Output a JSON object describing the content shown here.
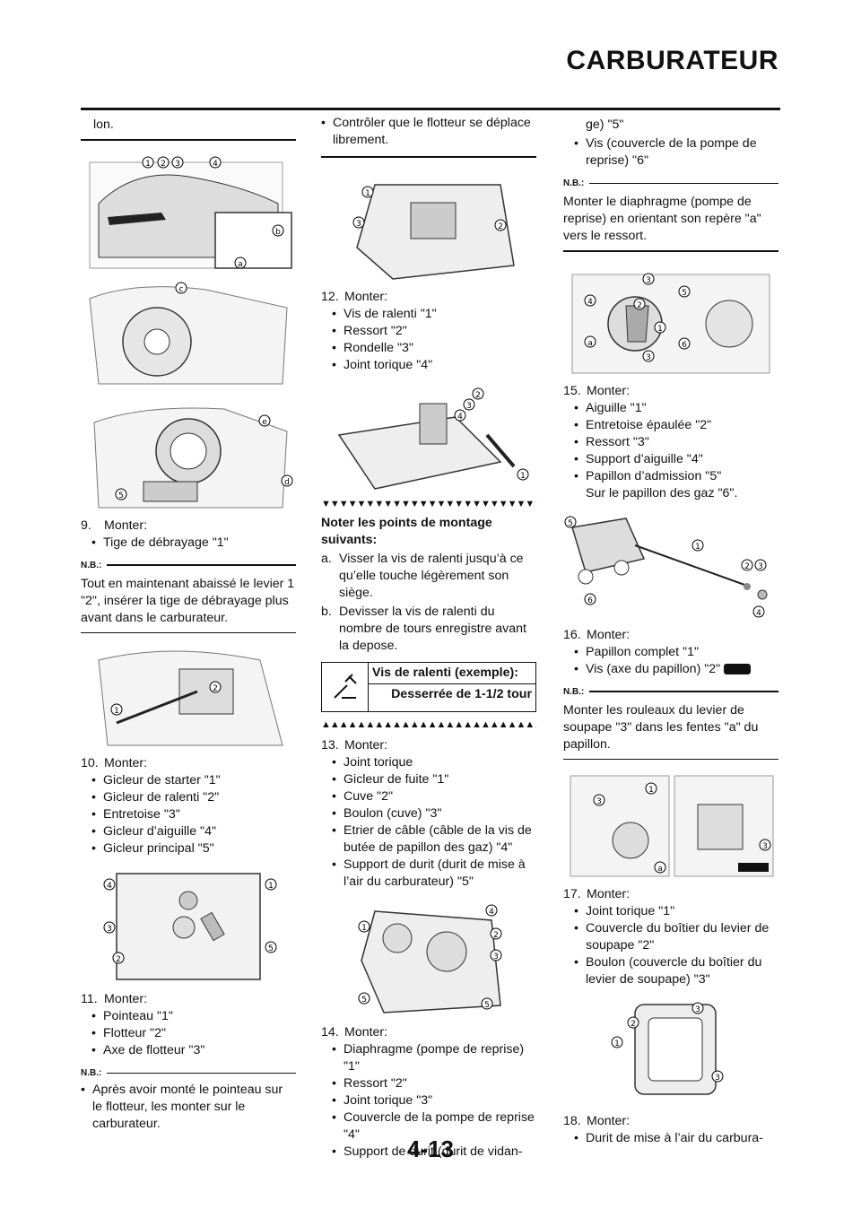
{
  "header": {
    "title": "CARBURATEUR"
  },
  "page_number": "4-13",
  "nb_label": "N.B.:",
  "col1": {
    "intro": "lon.",
    "step9": {
      "num": "9.",
      "head": "Monter:",
      "items": [
        "Tige de débrayage \"1\""
      ]
    },
    "note9": "Tout en maintenant abaissé le levier 1 \"2\", insérer la tige de débrayage plus avant dans le carburateur.",
    "step10": {
      "num": "10.",
      "head": "Monter:",
      "items": [
        "Gicleur de starter \"1\"",
        "Gicleur de ralenti \"2\"",
        "Entretoise \"3\"",
        "Gicleur d’aiguille \"4\"",
        "Gicleur principal \"5\""
      ]
    },
    "step11": {
      "num": "11.",
      "head": "Monter:",
      "items": [
        "Pointeau \"1\"",
        "Flotteur \"2\"",
        "Axe de flotteur \"3\""
      ]
    },
    "note11": "Après avoir monté le pointeau sur le flotteur, les monter sur le carburateur."
  },
  "col2": {
    "check": "Contrôler que le flotteur se déplace librement.",
    "step12": {
      "num": "12.",
      "head": "Monter:",
      "items": [
        "Vis de ralenti \"1\"",
        "Ressort \"2\"",
        "Rondelle \"3\"",
        "Joint torique \"4\""
      ]
    },
    "tri_down": "▼▼▼▼▼▼▼▼▼▼▼▼▼▼▼▼▼▼▼▼▼▼▼▼▼▼▼▼",
    "tri_up": "▲▲▲▲▲▲▲▲▲▲▲▲▲▲▲▲▲▲▲▲▲▲▲▲▲▲▲▲",
    "points_title": "Noter les points de montage suivants:",
    "points": [
      {
        "k": "a.",
        "t": "Visser la vis de ralenti jusqu’à ce qu’elle touche légèrement son siège."
      },
      {
        "k": "b.",
        "t": "Devisser la vis de ralenti du nombre de tours enregistre avant la depose."
      }
    ],
    "spec": {
      "label": "Vis de ralenti (exemple):",
      "value": "Desserrée de 1-1/2 tour"
    },
    "step13": {
      "num": "13.",
      "head": "Monter:",
      "items": [
        "Joint torique",
        "Gicleur de fuite \"1\"",
        "Cuve \"2\"",
        "Boulon (cuve) \"3\"",
        "Etrier de câble (câble de la vis de butée de papillon des gaz) \"4\"",
        "Support de durit (durit de mise à l’air du carburateur) \"5\""
      ]
    },
    "step14": {
      "num": "14.",
      "head": "Monter:",
      "items": [
        "Diaphragme (pompe de reprise) \"1\"",
        "Ressort \"2\"",
        "Joint torique \"3\"",
        "Couvercle de la pompe de reprise \"4\"",
        "Support de durit (durit de vidan-"
      ]
    }
  },
  "col3": {
    "cont": [
      "ge) \"5\"",
      "Vis (couvercle de la pompe de reprise) \"6\""
    ],
    "note14": "Monter le diaphragme (pompe de reprise) en orientant son repère \"a\" vers le ressort.",
    "step15": {
      "num": "15.",
      "head": "Monter:",
      "items": [
        "Aiguille \"1\"",
        "Entretoise épaulée \"2\"",
        "Ressort \"3\"",
        "Support d’aiguille \"4\"",
        "Papillon d’admission \"5\""
      ],
      "extra": "Sur le papillon des gaz \"6\"."
    },
    "step16": {
      "num": "16.",
      "head": "Monter:",
      "items": [
        "Papillon complet \"1\"",
        "Vis (axe du papillon) \"2\""
      ]
    },
    "note16": "Monter les rouleaux du levier de soupape \"3\" dans les fentes \"a\" du papillon.",
    "step17": {
      "num": "17.",
      "head": "Monter:",
      "items": [
        "Joint torique \"1\"",
        "Couvercle du boîtier du levier de soupape \"2\"",
        "Boulon (couvercle du boîtier du levier de soupape) \"3\""
      ]
    },
    "step18": {
      "num": "18.",
      "head": "Monter:",
      "items": [
        "Durit de mise à l’air du carbura-"
      ]
    }
  },
  "figure_labels": {
    "fig1": [
      "1",
      "2",
      "3",
      "4",
      "b",
      "a"
    ],
    "fig2": [
      "c"
    ],
    "fig3": [
      "e",
      "5",
      "d"
    ],
    "fig4": [
      "2",
      "1"
    ],
    "fig5": [
      "4",
      "1",
      "3",
      "2",
      "5"
    ],
    "fig6": [
      "1",
      "3",
      "2"
    ],
    "fig7": [
      "2",
      "3",
      "4",
      "1"
    ],
    "fig8": [
      "1",
      "4",
      "2",
      "3",
      "5",
      "5"
    ],
    "fig9": [
      "3",
      "5",
      "4",
      "2",
      "1",
      "a",
      "6",
      "3"
    ],
    "fig10": [
      "5",
      "1",
      "2",
      "3",
      "6",
      "4"
    ],
    "fig11": [
      "3",
      "1",
      "a",
      "3"
    ],
    "fig12": [
      "3",
      "2",
      "1",
      "3"
    ]
  }
}
